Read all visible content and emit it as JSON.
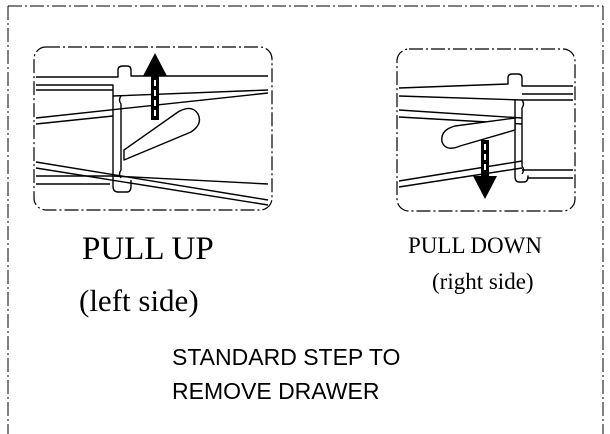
{
  "left_panel": {
    "action": "PULL UP",
    "side": "(left side)"
  },
  "right_panel": {
    "action": "PULL DOWN",
    "side": "(right side)"
  },
  "caption": {
    "line1": "STANDARD STEP TO",
    "line2": "REMOVE DRAWER"
  },
  "colors": {
    "ink": "#000000",
    "background": "#ffffff"
  },
  "icons": {
    "left_arrow": "up-arrow-icon",
    "right_arrow": "down-arrow-icon"
  }
}
